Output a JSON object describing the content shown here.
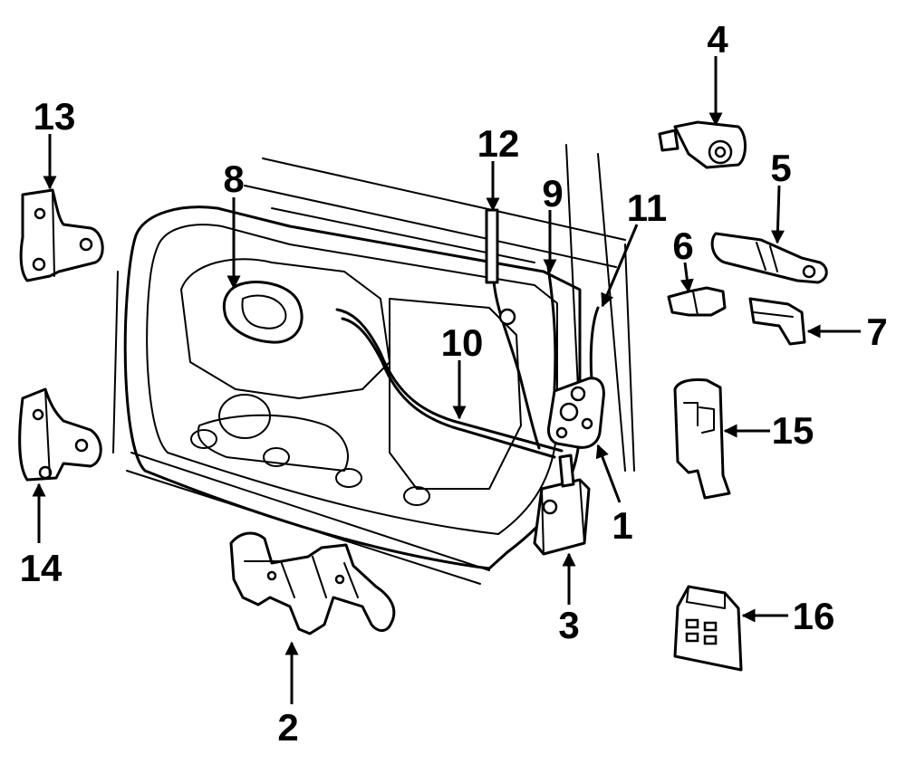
{
  "callouts": [
    {
      "id": "1",
      "text": "1"
    },
    {
      "id": "2",
      "text": "2"
    },
    {
      "id": "3",
      "text": "3"
    },
    {
      "id": "4",
      "text": "4"
    },
    {
      "id": "5",
      "text": "5"
    },
    {
      "id": "6",
      "text": "6"
    },
    {
      "id": "7",
      "text": "7"
    },
    {
      "id": "8",
      "text": "8"
    },
    {
      "id": "9",
      "text": "9"
    },
    {
      "id": "10",
      "text": "10"
    },
    {
      "id": "11",
      "text": "11"
    },
    {
      "id": "12",
      "text": "12"
    },
    {
      "id": "13",
      "text": "13"
    },
    {
      "id": "14",
      "text": "14"
    },
    {
      "id": "15",
      "text": "15"
    },
    {
      "id": "16",
      "text": "16"
    }
  ],
  "colors": {
    "ink": "#000000",
    "paper": "#ffffff"
  }
}
